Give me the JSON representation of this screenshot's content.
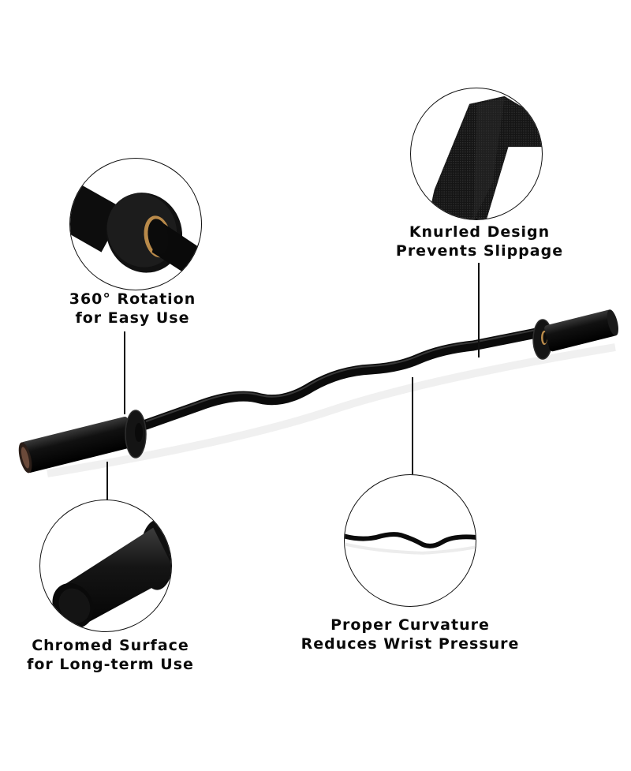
{
  "features": [
    {
      "id": "rotation",
      "line1": "360° Rotation",
      "line2": "for Easy Use",
      "icon": "sleeve-collar-bushing"
    },
    {
      "id": "knurled",
      "line1": "Knurled Design",
      "line2": "Prevents Slippage",
      "icon": "knurled-grip"
    },
    {
      "id": "chromed",
      "line1": "Chromed Surface",
      "line2": "for Long-term Use",
      "icon": "sleeve-end"
    },
    {
      "id": "curvature",
      "line1": "Proper Curvature",
      "line2": "Reduces Wrist Pressure",
      "icon": "curved-bar-profile"
    }
  ],
  "product": {
    "name": "EZ curl barbell",
    "color": "#0d0d0d",
    "bushing_color": "#b98a4a"
  }
}
